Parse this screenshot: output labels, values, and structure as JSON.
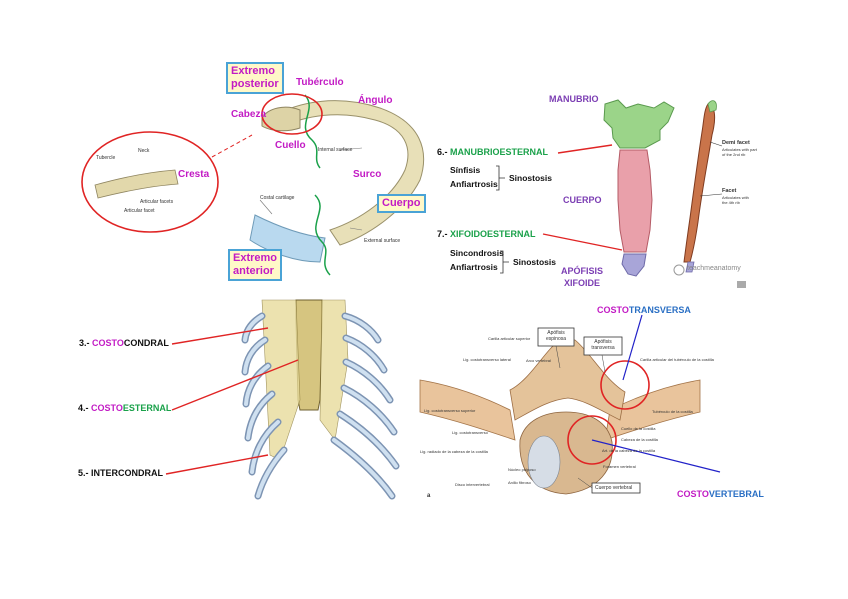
{
  "rib_figure": {
    "box_posterior": [
      "Extremo",
      "posterior"
    ],
    "box_anterior": [
      "Extremo",
      "anterior"
    ],
    "box_cuerpo": "Cuerpo",
    "tuberculo": "Tubérculo",
    "angulo": "Ángulo",
    "cabeza": "Cabeza",
    "cuello": "Cuello",
    "surco": "Surco",
    "cresta": "Cresta",
    "internal_surface": "Internal surface",
    "external_surface": "External surface",
    "costal_cartilage": "Costal cartilage",
    "zoom": {
      "tubercle": "Tubercle",
      "neck": "Neck",
      "articular_facets": "Articular facets",
      "articular_facet": "Articular facet"
    }
  },
  "sternum_figure": {
    "manubrio": "MANUBRIO",
    "cuerpo": "CUERPO",
    "apofisis": [
      "APÓFISIS",
      "XIFOIDE"
    ],
    "j6": {
      "num": "6.-",
      "name": "MANUBRIOESTERNAL",
      "types": [
        "Sínfisis",
        "Anfiartrosis"
      ],
      "group": "Sinostosis"
    },
    "j7": {
      "num": "7.-",
      "name": "XIFOIDOESTERNAL",
      "types": [
        "Sincondrosis",
        "Anfiartrosis"
      ],
      "group": "Sinostosis"
    },
    "demi_facet": "Demi facet",
    "demi_facet_note": [
      "Articulates with part",
      "of the 2nd rib"
    ],
    "facet": "Facet",
    "facet_note": [
      "Articulates with",
      "the 4th rib"
    ],
    "watermark": "teachmeanatomy"
  },
  "thorax_figure": {
    "j3": {
      "num": "3.-",
      "part1": "COSTO",
      "part2": "CONDRAL"
    },
    "j4": {
      "num": "4.-",
      "part1": "COSTO",
      "part2": "ESTERNAL"
    },
    "j5": {
      "num": "5.-",
      "label": "INTERCONDRAL"
    }
  },
  "vertebra_figure": {
    "costotransversa": {
      "part1": "COSTO",
      "part2": "TRANSVERSA"
    },
    "costovertebral": {
      "part1": "COSTO",
      "part2": "VERTEBRAL"
    },
    "apofisis_espinosa": [
      "Apófisis",
      "espinosa"
    ],
    "apofisis_transversa": [
      "Apófisis",
      "transversa"
    ],
    "cuerpo_vertebral": "Cuerpo vertebral",
    "labels_left": [
      "Carilla articular superior",
      "Lig. costotransverso lateral",
      "Arco vertebral",
      "Lig. costotransverso superior",
      "Lig. costotransverso",
      "Lig. radiado de la cabeza de la costilla",
      "Núcleo pulposo",
      "Anillo fibroso",
      "Disco intervertebral"
    ],
    "labels_right": [
      "Carilla articular del tubérculo de la costilla",
      "Tubérculo de la costilla",
      "Cuello de la costilla",
      "Cabeza de la costilla",
      "Art. de la cabeza de la costilla",
      "Foramen vertebral"
    ],
    "fig_letter": "a"
  }
}
